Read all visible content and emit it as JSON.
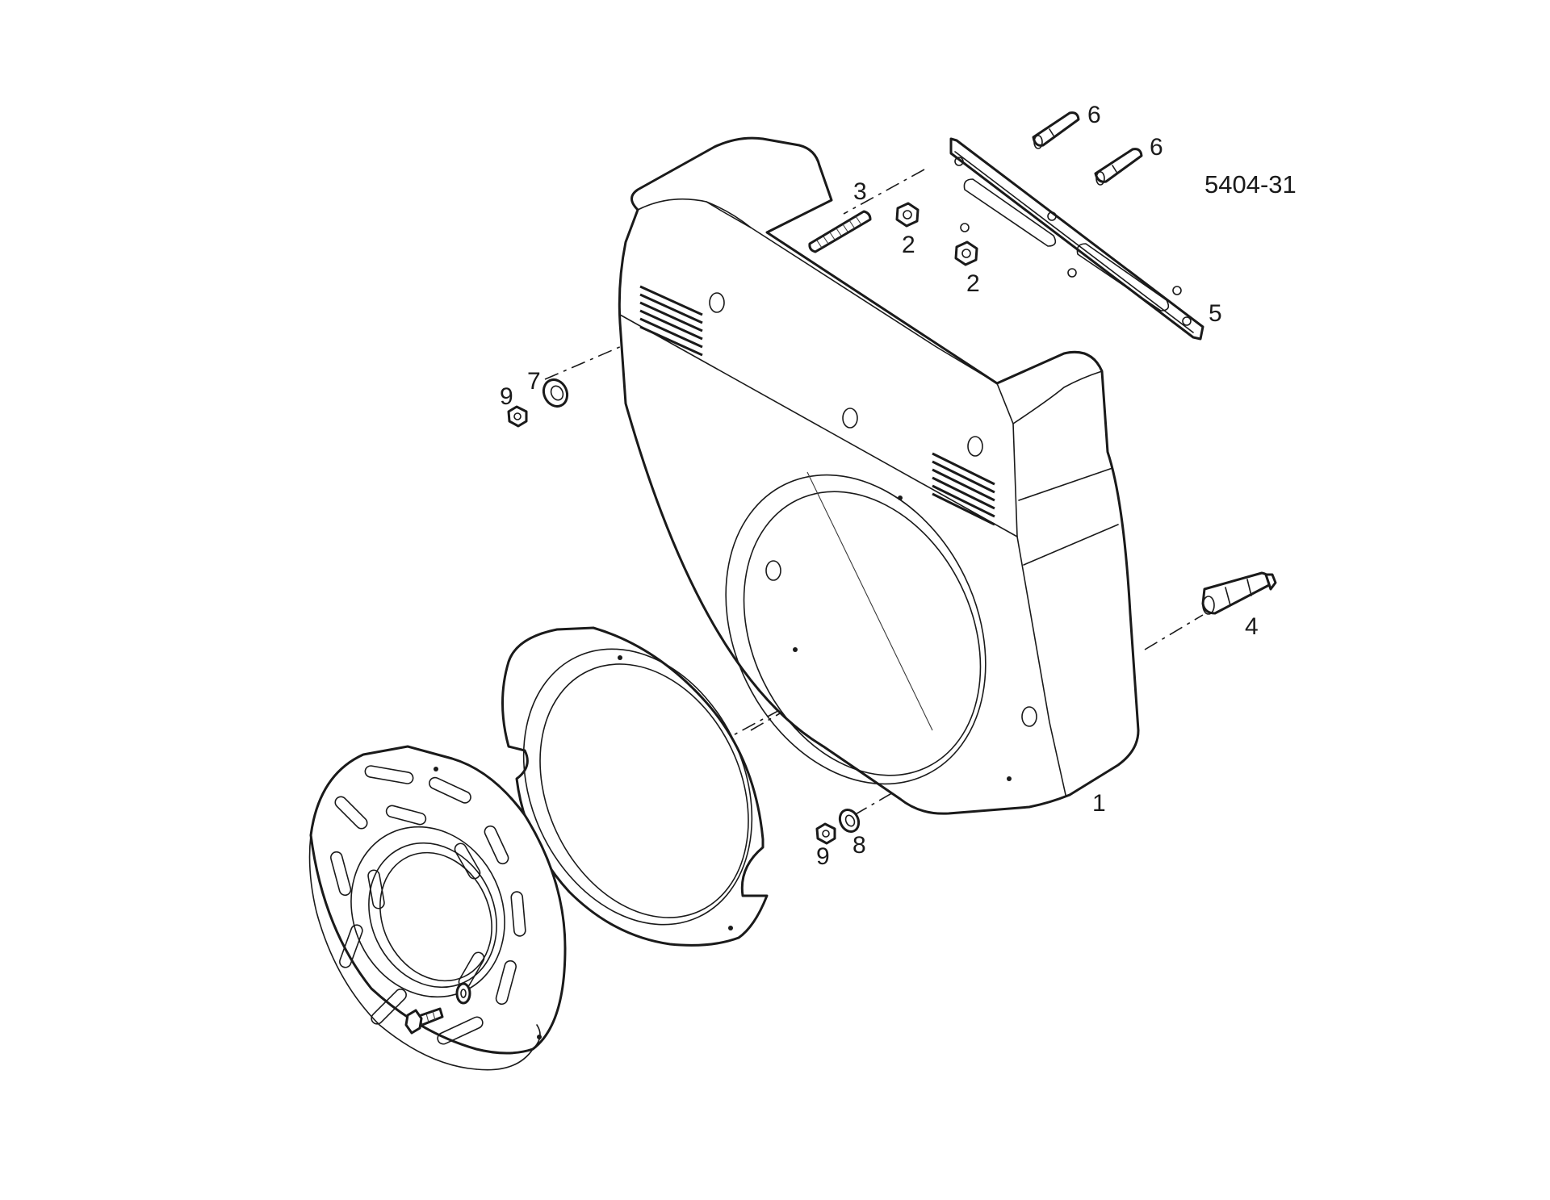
{
  "figure": {
    "id": "5404-31"
  },
  "callouts": [
    {
      "key": "housing",
      "label": "1"
    },
    {
      "key": "nut_upper_a",
      "label": "2"
    },
    {
      "key": "nut_upper_b",
      "label": "2"
    },
    {
      "key": "stud",
      "label": "3"
    },
    {
      "key": "spacer_right",
      "label": "4"
    },
    {
      "key": "mounting_plate",
      "label": "5"
    },
    {
      "key": "spacer_top_a",
      "label": "6"
    },
    {
      "key": "spacer_top_b",
      "label": "6"
    },
    {
      "key": "washer_upper_left",
      "label": "7"
    },
    {
      "key": "nut_upper_left",
      "label": "9"
    },
    {
      "key": "washer_lower",
      "label": "8"
    },
    {
      "key": "nut_lower",
      "label": "9"
    }
  ]
}
